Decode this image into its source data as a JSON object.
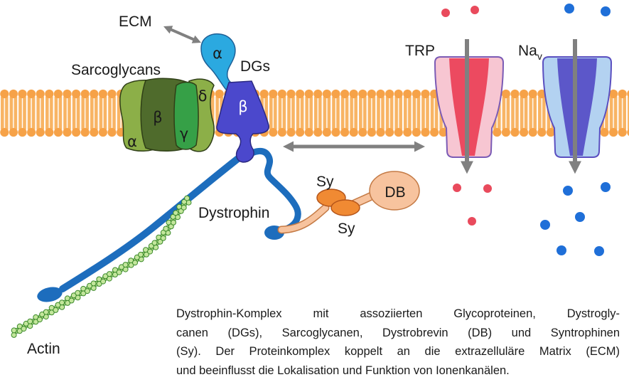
{
  "labels": {
    "ecm": "ECM",
    "sarcoglycans": "Sarcoglycans",
    "dgs": "DGs",
    "dystrophin": "Dystrophin",
    "actin": "Actin",
    "trp": "TRP",
    "nav": "Na",
    "nav_sub": "v",
    "sy_upper": "Sy",
    "sy_lower": "Sy",
    "db": "DB"
  },
  "subunits": {
    "dg_alpha": "α",
    "dg_beta": "β",
    "sg_alpha": "α",
    "sg_beta": "β",
    "sg_gamma": "γ",
    "sg_delta": "δ"
  },
  "caption": {
    "lines": [
      "Dystrophin-Komplex mit assoziierten Glycoproteinen,  Dystrogly-",
      "canen (DGs), Sarcoglycanen, Dystrobrevin (DB) und Syntrophinen",
      "(Sy). Der Proteinkomplex koppelt an die extrazelluläre Matrix (ECM)",
      "und beeinflusst die Lokalisation und Funktion von Ionenkanälen."
    ]
  },
  "colors": {
    "membrane": "#f6a248",
    "membrane_tail": "#f8b464",
    "dg_alpha": "#2ba9e0",
    "dg_beta": "#4b48cc",
    "sg_light": "#8caf48",
    "sg_dark": "#4f6b2c",
    "sg_gamma": "#36a047",
    "dystrophin": "#1d6dbd",
    "actin": "#c3e69c",
    "syntrophin": "#f08a33",
    "dystrobrevin": "#f7c39e",
    "trp_outer": "#f7c6d2",
    "trp_inner": "#ec4a60",
    "nav_outer": "#b3d2f1",
    "nav_inner": "#5c57c9",
    "arrow": "#808080",
    "ion_red": "#e94a5c",
    "ion_blue": "#1f6fd8"
  }
}
